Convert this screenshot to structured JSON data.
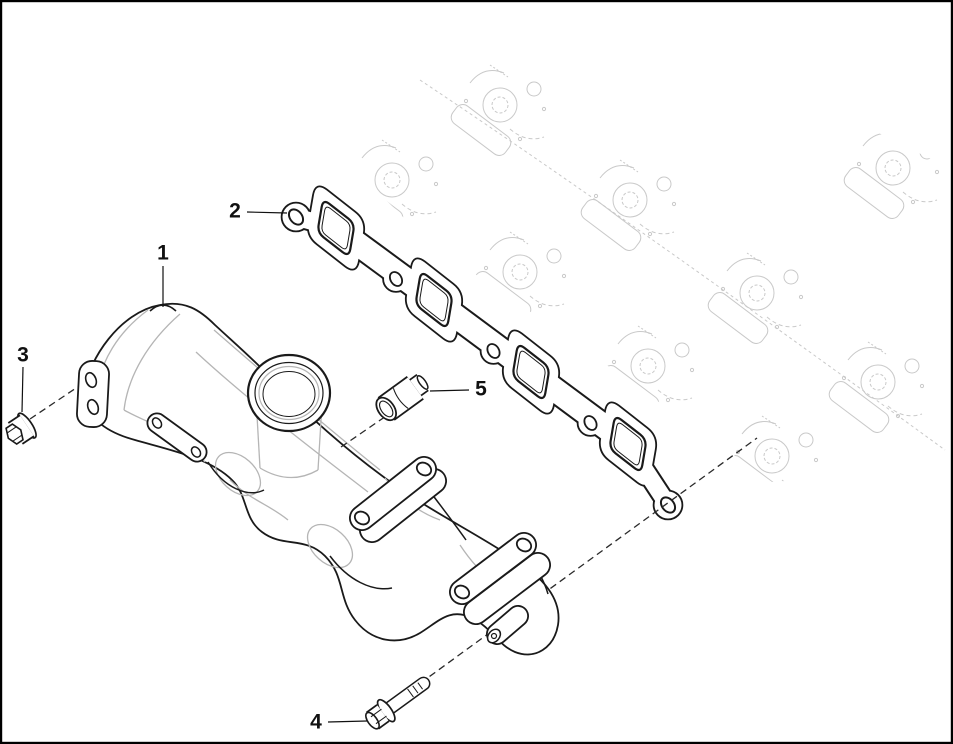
{
  "figure": {
    "type": "exploded-parts-diagram",
    "subject": "intake manifold assembly",
    "background": "#ffffff",
    "outline_color": "#1a1a1a",
    "secondary_line_color": "#b5b5b5",
    "ghost_line_color": "#c9c9c9",
    "border_color": "#000000",
    "callouts": [
      {
        "label": "1",
        "part": "intake-manifold"
      },
      {
        "label": "2",
        "part": "manifold-gasket"
      },
      {
        "label": "3",
        "part": "hex-flange-nut"
      },
      {
        "label": "4",
        "part": "hex-flange-bolt"
      },
      {
        "label": "5",
        "part": "threaded-plug"
      }
    ]
  }
}
